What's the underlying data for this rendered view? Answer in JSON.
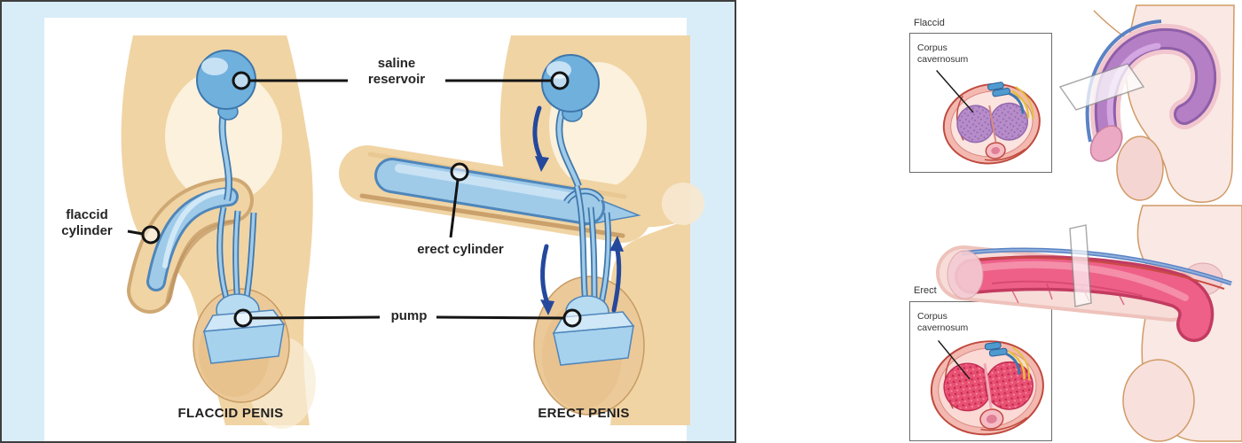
{
  "left_panel": {
    "labels": {
      "saline_reservoir": "saline reservoir",
      "flaccid_cylinder": "flaccid cylinder",
      "erect_cylinder": "erect cylinder",
      "pump": "pump"
    },
    "captions": {
      "flaccid": "FLACCID PENIS",
      "erect": "ERECT PENIS"
    }
  },
  "right_panel": {
    "flaccid": {
      "title": "Flaccid",
      "corpus_label": "Corpus cavernosum"
    },
    "erect": {
      "title": "Erect",
      "corpus_label": "Corpus cavernosum"
    }
  },
  "colors": {
    "panel_background": "#d9edf8",
    "panel_border": "#3f3f3f",
    "skin": "#f0d4a4",
    "skin_outline": "#c79b63",
    "implant_light_blue": "#9fcbe9",
    "implant_dark_blue": "#4f86ba",
    "flow_arrow_navy": "#24489c",
    "label_text": "#262626",
    "corpus_flaccid_purple": "#b68cc9",
    "corpus_erect_pink": "#e85172",
    "cross_section_ring": "#f3b8b0",
    "vessel_blue": "#5b82c4",
    "artery_red": "#c94b42",
    "body_pink": "#f9e8e4"
  }
}
